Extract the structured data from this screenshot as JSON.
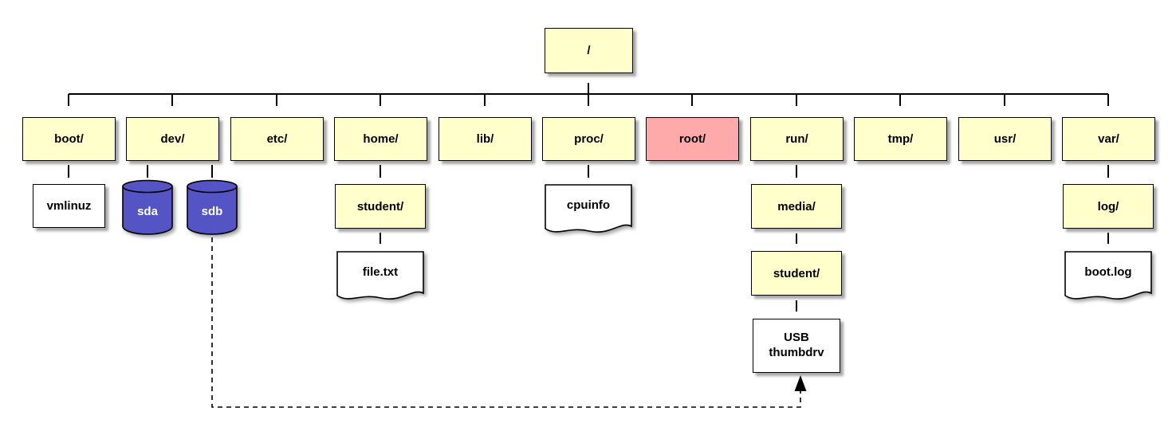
{
  "diagram_type": "linux-filesystem-hierarchy-tree",
  "nodes": {
    "root": {
      "label": "/"
    },
    "boot": {
      "label": "boot/"
    },
    "dev": {
      "label": "dev/"
    },
    "etc": {
      "label": "etc/"
    },
    "home": {
      "label": "home/"
    },
    "lib": {
      "label": "lib/"
    },
    "proc": {
      "label": "proc/"
    },
    "root_dir": {
      "label": "root/"
    },
    "run": {
      "label": "run/"
    },
    "tmp": {
      "label": "tmp/"
    },
    "usr": {
      "label": "usr/"
    },
    "var": {
      "label": "var/"
    },
    "vmlinuz": {
      "label": "vmlinuz"
    },
    "sda": {
      "label": "sda"
    },
    "sdb": {
      "label": "sdb"
    },
    "home_student": {
      "label": "student/"
    },
    "file_txt": {
      "label": "file.txt"
    },
    "cpuinfo": {
      "label": "cpuinfo"
    },
    "media": {
      "label": "media/"
    },
    "media_student": {
      "label": "student/"
    },
    "usb_thumbdrv": {
      "label": "USB thumbdrv"
    },
    "log": {
      "label": "log/"
    },
    "boot_log": {
      "label": "boot.log"
    }
  },
  "structure": {
    "root_children": [
      "boot/",
      "dev/",
      "etc/",
      "home/",
      "lib/",
      "proc/",
      "root/",
      "run/",
      "tmp/",
      "usr/",
      "var/"
    ],
    "boot_children": [
      "vmlinuz"
    ],
    "dev_children": [
      "sda",
      "sdb"
    ],
    "home_children": [
      "student/"
    ],
    "home_student_children": [
      "file.txt"
    ],
    "proc_children": [
      "cpuinfo"
    ],
    "run_children": [
      "media/"
    ],
    "media_children": [
      "student/"
    ],
    "media_student_children": [
      "USB thumbdrv"
    ],
    "var_children": [
      "log/"
    ],
    "log_children": [
      "boot.log"
    ],
    "dashed_link": {
      "from": "sdb",
      "to": "USB thumbdrv",
      "style": "dashed-arrow"
    }
  },
  "colors": {
    "directory_fill": "#FFFFCC",
    "highlight_fill": "#FFAAAA",
    "disk_fill": "#5454C4",
    "file_fill": "#FFFFFF",
    "line": "#000000",
    "disk_text": "#FFFFFF"
  }
}
